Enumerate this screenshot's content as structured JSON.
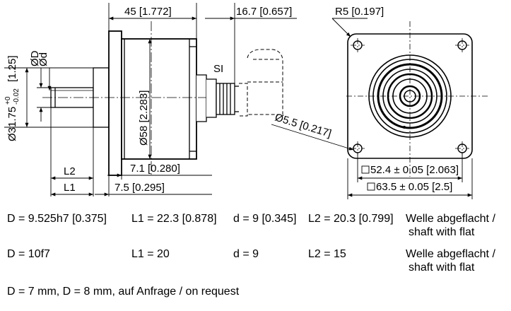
{
  "drawing": {
    "dims": {
      "length_45": "45 [1.772]",
      "length_16_7": "16.7 [0.657]",
      "radius_r5": "R5 [0.197]",
      "dia_58": "Ø58 [2.283]",
      "dia_31_75_main": "Ø31.75",
      "dia_31_75_tol_upper": "+0",
      "dia_31_75_tol_lower": "-0.02",
      "dia_31_75_inch": "[1.25]",
      "dia_D": "ØD",
      "dia_d": "Ød",
      "label_si": "SI",
      "dia_5_5": "Ø5.5 [0.217]",
      "length_L2": "L2",
      "length_L1": "L1",
      "length_7_1": "7.1 [0.280]",
      "length_7_5": "7.5 [0.295]",
      "square_52_4": "52.4 ± 0.05 [2.063]",
      "square_63_5": "63.5 ± 0.05 [2.5]"
    }
  },
  "variants": [
    {
      "D": "D = 9.525h7 [0.375]",
      "L1": "L1 = 22.3 [0.878]",
      "d": "d = 9 [0.345]",
      "L2": "L2 = 20.3 [0.799]",
      "note_line1": "Welle abgeflacht /",
      "note_line2": "shaft with flat"
    },
    {
      "D": "D = 10f7",
      "L1": "L1 = 20",
      "d": "d = 9",
      "L2": "L2 = 15",
      "note_line1": "Welle abgeflacht /",
      "note_line2": "shaft with flat"
    }
  ],
  "footnote": "D = 7 mm, D = 8 mm, auf Anfrage / on request"
}
